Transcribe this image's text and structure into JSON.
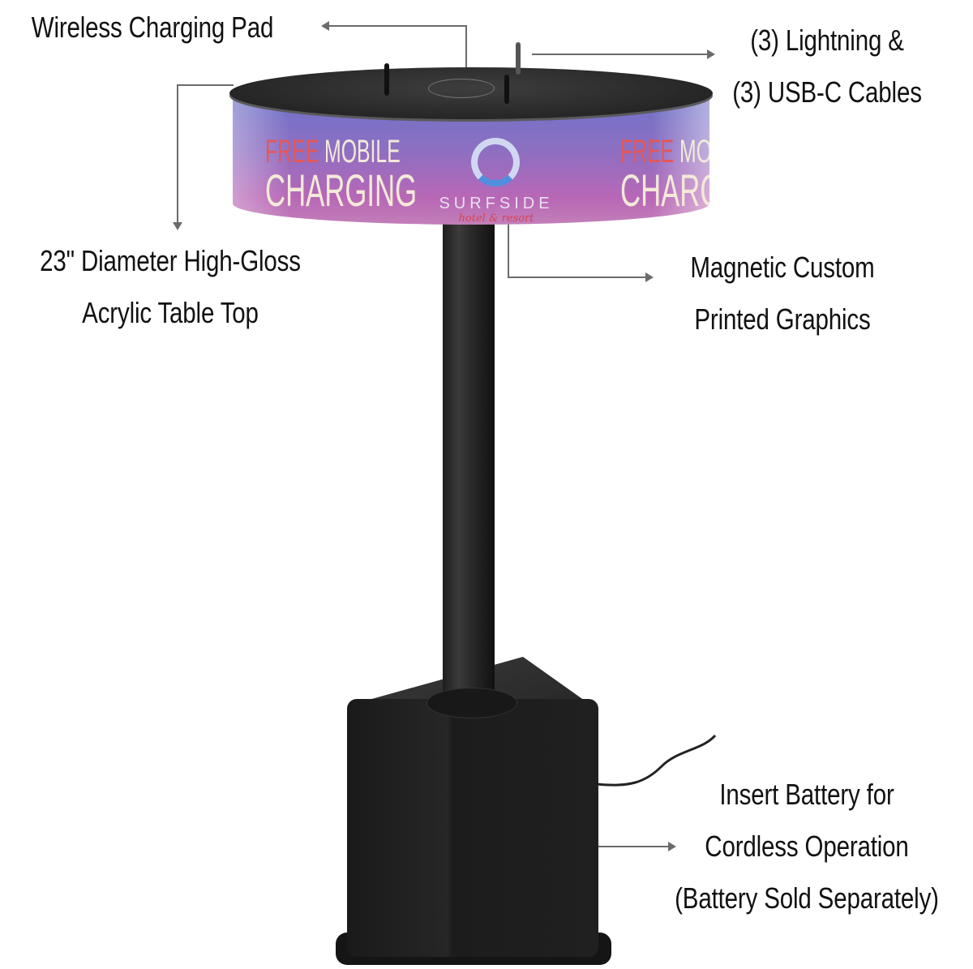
{
  "product": {
    "band_graphic": {
      "left_text": {
        "highlight": "FREE",
        "line1_rest": " MOBILE",
        "line2": "CHARGING"
      },
      "right_text": {
        "highlight": "FREE",
        "line1_rest": " MOBILE",
        "line2": "CHARGING"
      },
      "logo_name": "SURFSIDE",
      "logo_subtitle": "hotel & resort"
    },
    "colors": {
      "band_top": "#6a73c9",
      "band_bottom": "#c27fb9",
      "free_text": "#e4575a",
      "callout_line": "#6b6b6b",
      "table_top": "#262626"
    }
  },
  "callouts": [
    {
      "id": "wireless-pad",
      "lines": [
        "Wireless Charging Pad"
      ]
    },
    {
      "id": "cables",
      "lines": [
        "(3) Lightning &",
        "(3) USB-C Cables"
      ]
    },
    {
      "id": "table-top",
      "lines": [
        "23\" Diameter High-Gloss",
        "Acrylic Table Top"
      ]
    },
    {
      "id": "graphics",
      "lines": [
        "Magnetic Custom",
        "Printed Graphics"
      ]
    },
    {
      "id": "battery",
      "lines": [
        "Insert Battery for",
        "Cordless Operation",
        "(Battery Sold Separately)"
      ]
    }
  ]
}
